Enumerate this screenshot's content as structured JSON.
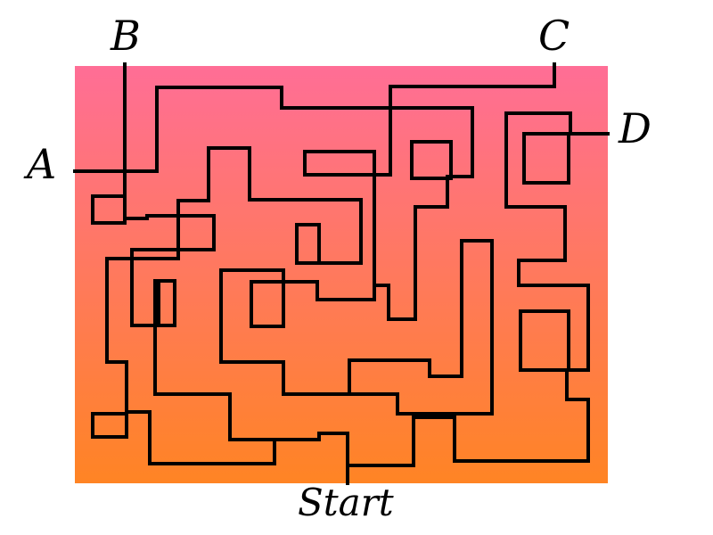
{
  "labels": {
    "a": "A",
    "b": "B",
    "c": "C",
    "d": "D",
    "start": "Start"
  },
  "colors": {
    "gradient_top": "#ff6e96",
    "gradient_bottom": "#ff8424",
    "lines": "#000000",
    "background": "#ffffff"
  }
}
